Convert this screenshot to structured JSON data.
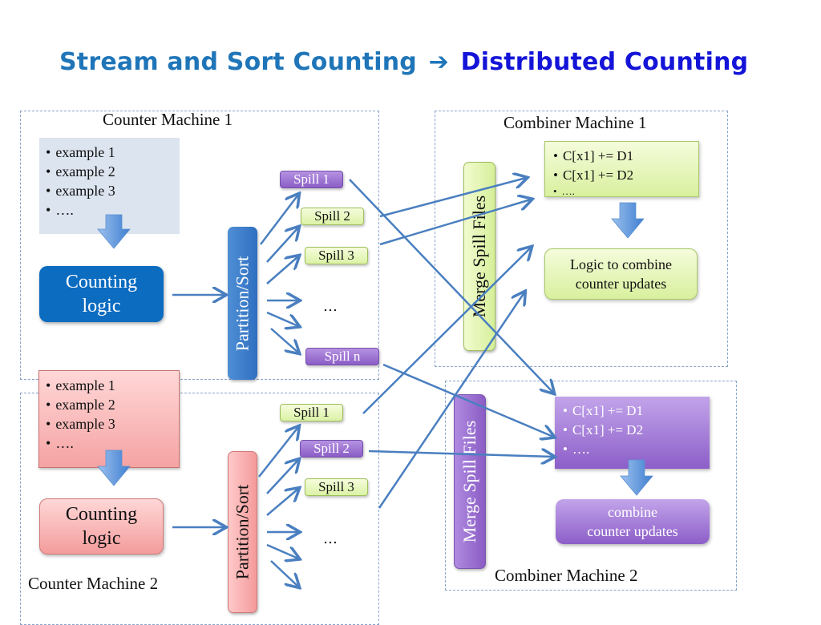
{
  "title": {
    "part1": "Stream and Sort Counting",
    "arrow_icon": "right-arrow-icon",
    "part2": "Distributed Counting"
  },
  "colors": {
    "title_blue": "#1f75b8",
    "title_dark_blue": "#1414d8",
    "arrow": "#4a7fc0",
    "green_box": "#dcf2a6",
    "purple_box": "#8b5dc6",
    "blue_logic": "#0b6cc0",
    "red_box": "#f5a3a3"
  },
  "counter_machine_1": {
    "label": "Counter Machine 1",
    "examples": [
      "example 1",
      "example 2",
      "example 3",
      "…."
    ],
    "logic_line1": "Counting",
    "logic_line2": "logic",
    "partition_label": "Partition/Sort",
    "spills": [
      {
        "label": "Spill 1",
        "style": "purple"
      },
      {
        "label": "Spill 2",
        "style": "green"
      },
      {
        "label": "Spill 3",
        "style": "green"
      },
      {
        "label": "…",
        "style": "none"
      },
      {
        "label": "Spill n",
        "style": "purple"
      }
    ]
  },
  "counter_machine_2": {
    "label": "Counter Machine 2",
    "examples": [
      "example 1",
      "example 2",
      "example 3",
      "…."
    ],
    "logic_line1": "Counting",
    "logic_line2": "logic",
    "partition_label": "Partition/Sort",
    "spills": [
      {
        "label": "Spill 1",
        "style": "green"
      },
      {
        "label": "Spill 2",
        "style": "purple"
      },
      {
        "label": "Spill 3",
        "style": "green"
      },
      {
        "label": "…",
        "style": "none"
      }
    ]
  },
  "combiner_machine_1": {
    "label": "Combiner Machine 1",
    "merge_label": "Merge Spill Files",
    "updates": [
      "C[x1] += D1",
      "C[x1] += D2",
      "…."
    ],
    "logic_line1": "Logic to combine",
    "logic_line2": "counter updates"
  },
  "combiner_machine_2": {
    "label": "Combiner Machine 2",
    "merge_label": "Merge Spill Files",
    "updates": [
      "C[x1] += D1",
      "C[x1] += D2",
      "…."
    ],
    "logic_line1": "combine",
    "logic_line2": "counter updates"
  }
}
